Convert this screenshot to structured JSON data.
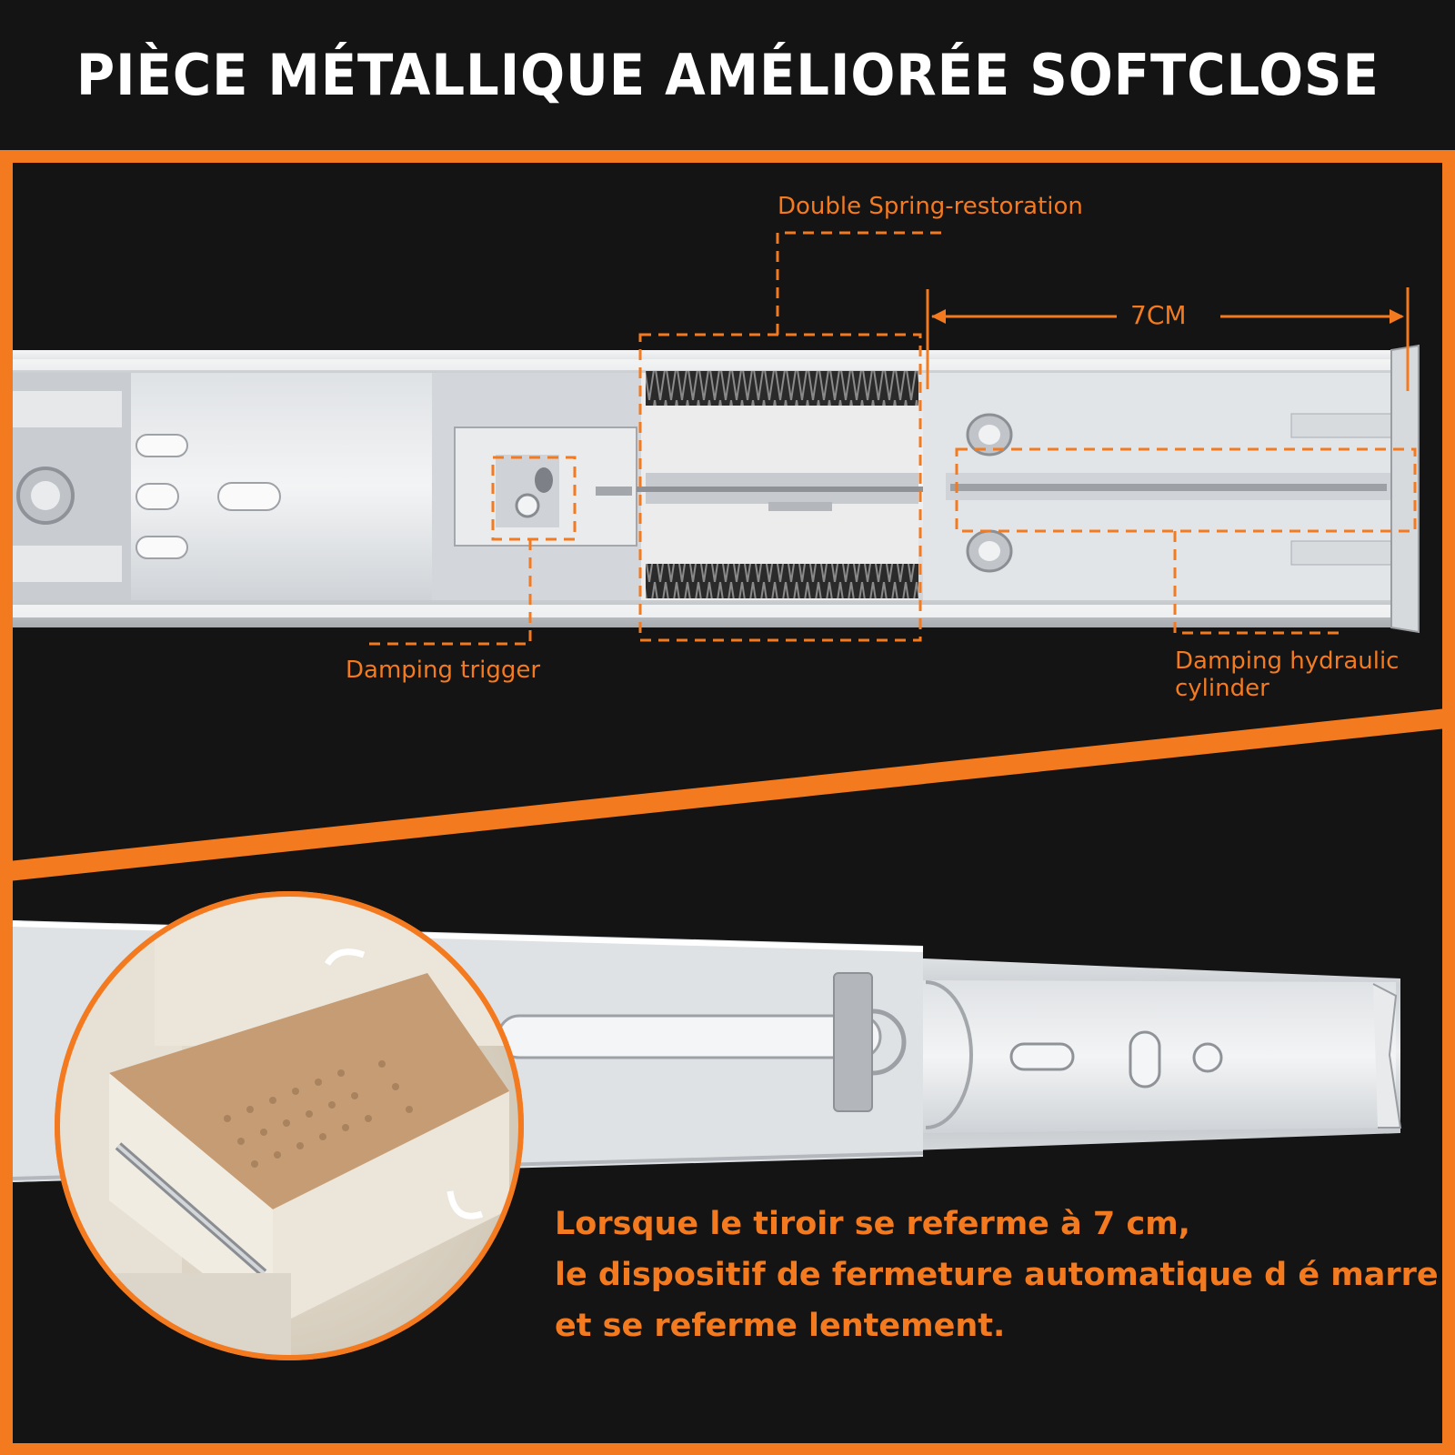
{
  "header": {
    "title": "PIÈCE MÉTALLIQUE AMÉLIORÉE SOFTCLOSE"
  },
  "callouts": {
    "spring": "Double Spring-restoration",
    "dimension": "7CM",
    "trigger": "Damping trigger",
    "cylinder_line1": "Damping hydraulic",
    "cylinder_line2": "cylinder"
  },
  "caption": {
    "line1": "Lorsque le tiroir se referme  à  7 cm,",
    "line2": "le dispositif de fermeture automatique d é marre",
    "line3": "et se referme lentement."
  },
  "colors": {
    "accent": "#f47a20",
    "background": "#141414",
    "metal": "#d9dcdf"
  },
  "icons": {
    "inset": "drawer-photo-icon"
  }
}
